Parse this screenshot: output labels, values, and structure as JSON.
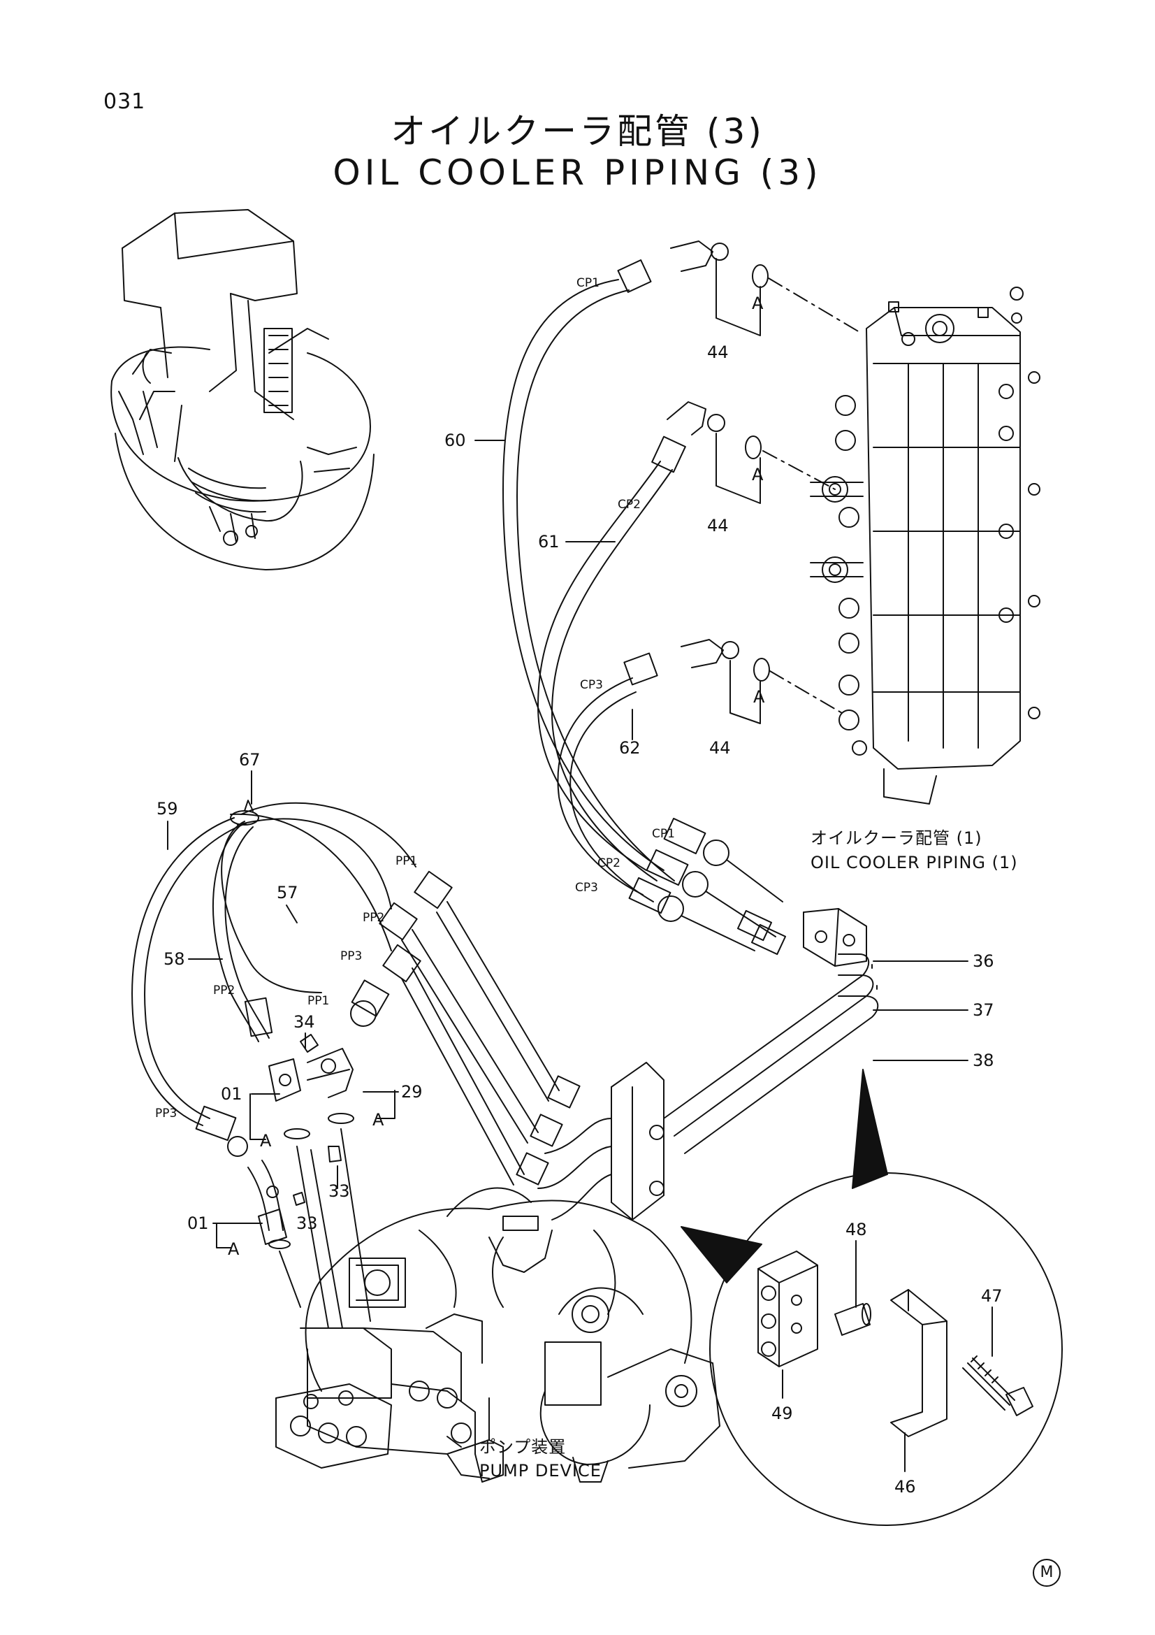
{
  "page": {
    "number": "031",
    "title_jp": "オイルクーラ配管 (3)",
    "title_en": "OIL COOLER PIPING (3)",
    "mark": "M"
  },
  "captions": {
    "ref_jp": "オイルクーラ配管 (1)",
    "ref_en": "OIL COOLER PIPING (1)",
    "pump_jp": "ポンプ装置",
    "pump_en": "PUMP DEVICE"
  },
  "callouts": {
    "p44": "44",
    "p60": "60",
    "p61": "61",
    "p62": "62",
    "p67": "67",
    "p59": "59",
    "p58": "58",
    "p57": "57",
    "p34": "34",
    "p01": "01",
    "p29": "29",
    "p33": "33",
    "p36": "36",
    "p37": "37",
    "p38": "38",
    "p48": "48",
    "p47": "47",
    "p49": "49",
    "p46": "46"
  },
  "tags": {
    "cp1": "CP1",
    "cp2": "CP2",
    "cp3": "CP3",
    "pp1": "PP1",
    "pp2": "PP2",
    "pp3": "PP3",
    "a": "A"
  }
}
